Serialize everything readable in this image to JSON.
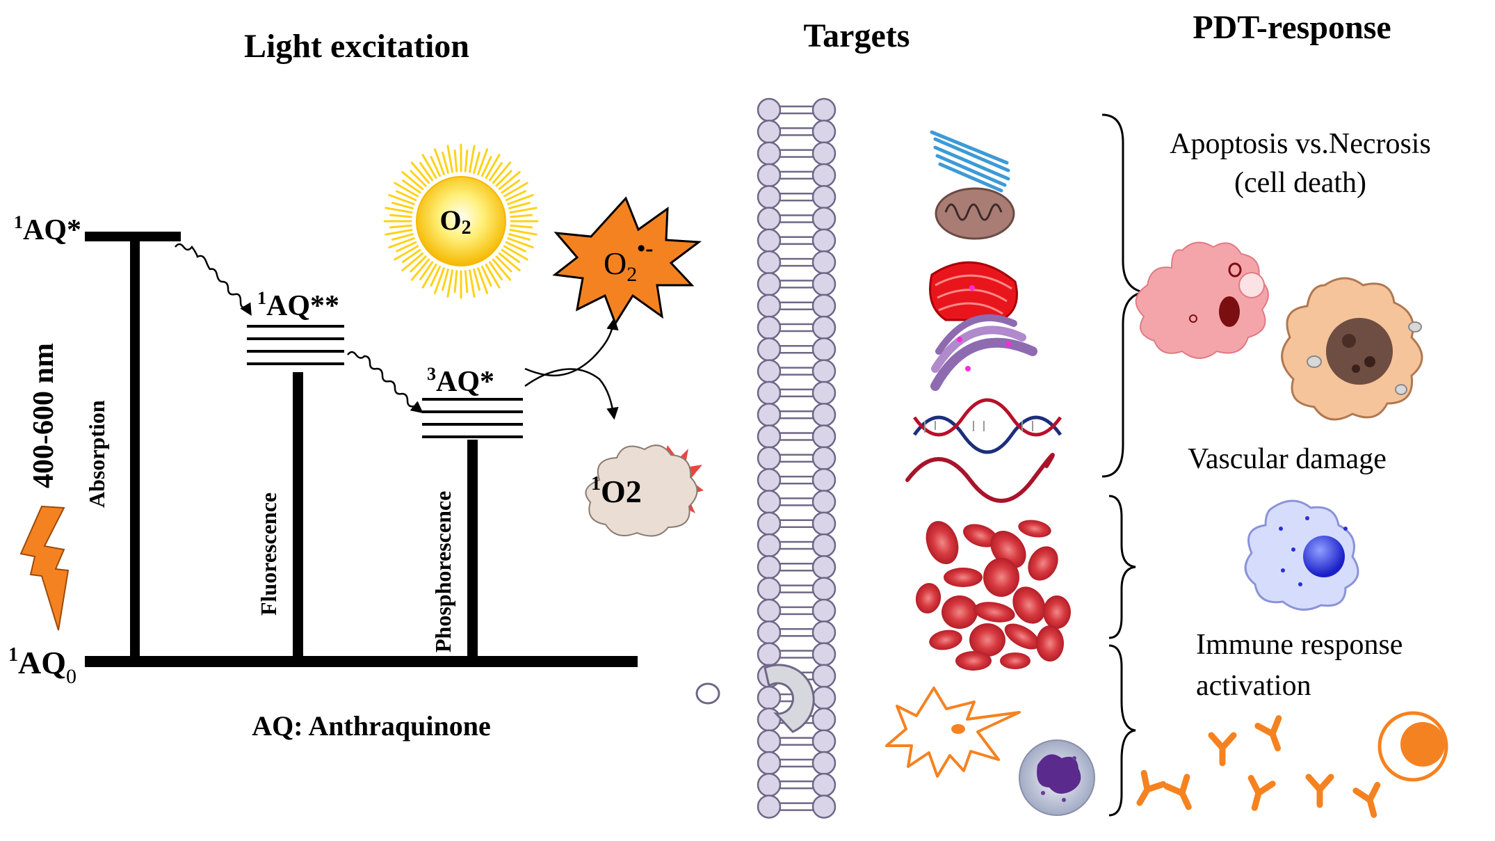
{
  "light_panel": {
    "title": "Light excitation",
    "wavelength": "400-600 nm",
    "absorption": "Absorption",
    "fluorescence": "Fluorescence",
    "phosphorescence": "Phosphorescence",
    "s1_sup": "1",
    "s1_label": "AQ*",
    "s1v_sup": "1",
    "s1v_label": "AQ**",
    "t1_sup": "3",
    "t1_label": "AQ*",
    "s0_sup": "1",
    "s0_label": "AQ",
    "s0_sub": "0",
    "footer": "AQ: Anthraquinone",
    "oxygen": "O",
    "oxygen_sub": "2",
    "superoxide": "O",
    "superoxide_sub": "2",
    "superoxide_charge": "•-",
    "singlet_sup": "1",
    "singlet": "O2"
  },
  "targets_panel": {
    "title": "Targets"
  },
  "response_panel": {
    "title": "PDT-response",
    "death_line1": "Apoptosis vs.Necrosis",
    "death_line2": "(cell death)",
    "vascular": "Vascular damage",
    "immune_line1": "Immune response",
    "immune_line2": "activation"
  },
  "colors": {
    "orange": "#F58220",
    "membrane": "#D9D4E8",
    "membrane_stroke": "#6F6786",
    "sun_yellow": "#FFD21A",
    "rbc_red": "#D8343C",
    "lymph_blue": "#2A2FD8"
  }
}
